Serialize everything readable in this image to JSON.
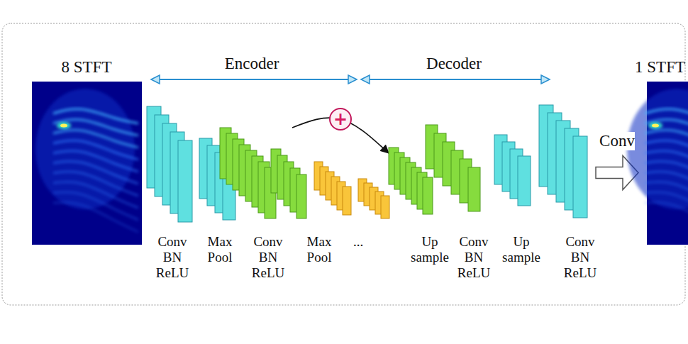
{
  "diagram": {
    "nodes": [
      {
        "text": [
          "8 STFT"
        ]
      },
      {
        "text": [
          "Conv BN ReLU"
        ]
      },
      {
        "text": [
          "Max Pool"
        ]
      },
      {
        "text": [
          "Conv BN ReLU"
        ]
      },
      {
        "text": [
          "Max Pool"
        ]
      },
      {
        "text": [
          "Up sample"
        ]
      },
      {
        "text": [
          "Conv BN ReLU"
        ]
      },
      {
        "text": [
          "Up sample"
        ]
      },
      {
        "text": [
          "Conv BN ReLU"
        ]
      },
      {
        "text": [
          "1 STFT"
        ]
      }
    ],
    "edges": [
      {
        "from": 3,
        "to": 5,
        "arrow": "to",
        "label": "+"
      },
      {
        "from": 8,
        "to": 9,
        "arrow": "to",
        "label": "Conv"
      }
    ],
    "labels": [
      "Encoder",
      "Decoder",
      "..."
    ]
  }
}
